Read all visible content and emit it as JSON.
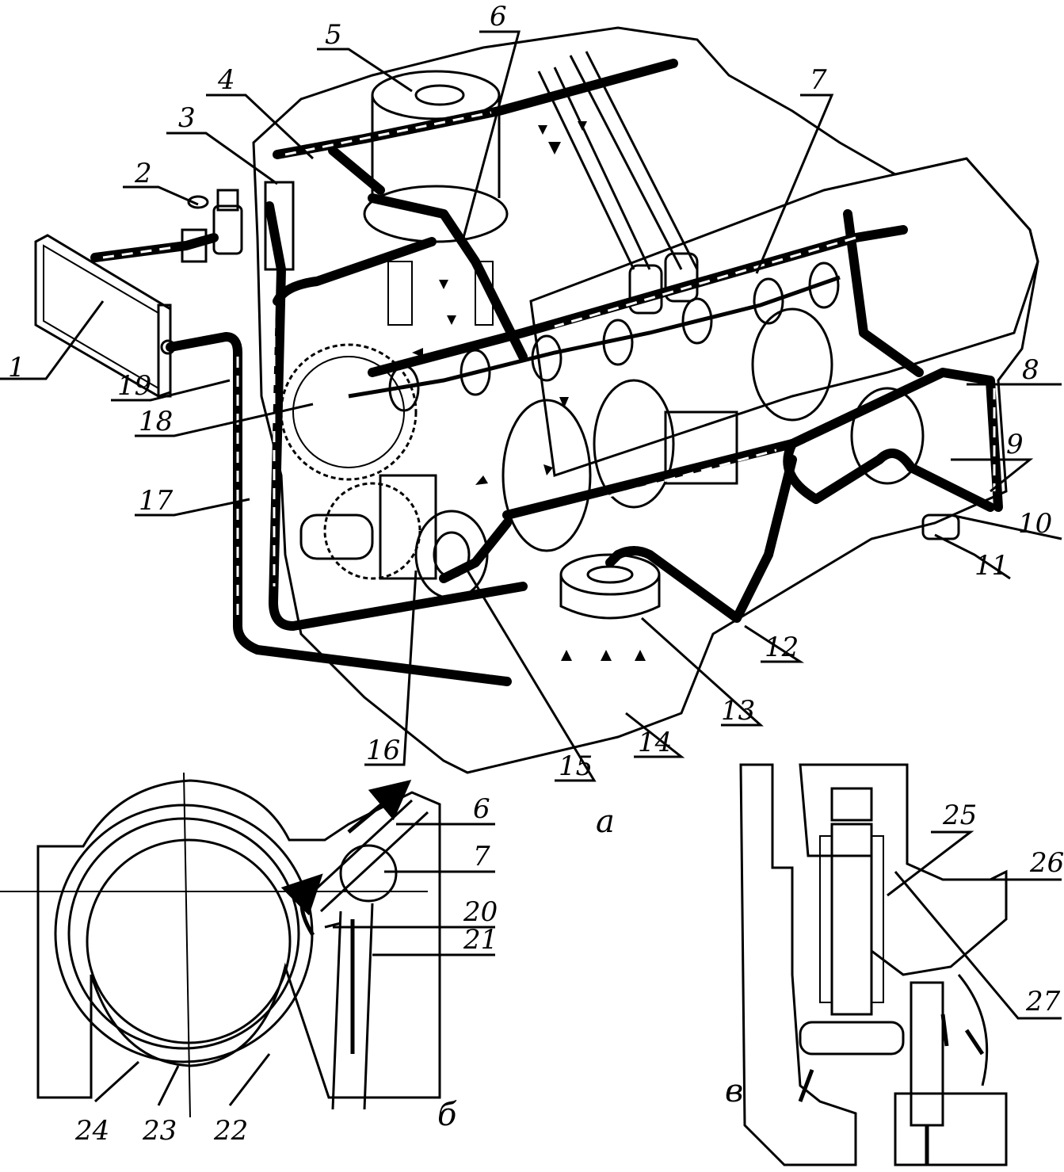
{
  "figure_labels": {
    "a": "а",
    "b": "б",
    "v": "в"
  },
  "callouts": {
    "n1": "1",
    "n2": "2",
    "n3": "3",
    "n4": "4",
    "n5": "5",
    "n6": "6",
    "n7": "7",
    "n8": "8",
    "n9": "9",
    "n10": "10",
    "n11": "11",
    "n12": "12",
    "n13": "13",
    "n14": "14",
    "n15": "15",
    "n16": "16",
    "n17": "17",
    "n18": "18",
    "n19": "19",
    "b6": "6",
    "b7": "7",
    "b20": "20",
    "b21": "21",
    "b22": "22",
    "b23": "23",
    "b24": "24",
    "v25": "25",
    "v26": "26",
    "v27": "27"
  }
}
